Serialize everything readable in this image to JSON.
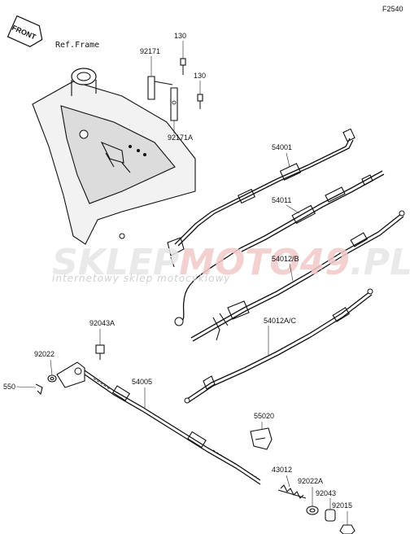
{
  "diagram_id": "F2540",
  "front_label": "FRONT",
  "ref_label": "Ref.Frame",
  "watermark": {
    "brand_a": "SKLEP",
    "brand_b": "MOTO",
    "brand_c": "49",
    "brand_d": ".PL",
    "subtitle": "internetowy sklep motocyklowy",
    "color_a": "#e6e6e6",
    "color_b": "#f2c9c9"
  },
  "parts": [
    {
      "id": "130_top",
      "label": "130"
    },
    {
      "id": "92171",
      "label": "92171"
    },
    {
      "id": "130_mid",
      "label": "130"
    },
    {
      "id": "92171A",
      "label": "92171A"
    },
    {
      "id": "54001",
      "label": "54001"
    },
    {
      "id": "54011",
      "label": "54011"
    },
    {
      "id": "54012B",
      "label": "54012/B"
    },
    {
      "id": "54012AC",
      "label": "54012A/C"
    },
    {
      "id": "92043A",
      "label": "92043A"
    },
    {
      "id": "92022",
      "label": "92022"
    },
    {
      "id": "550",
      "label": "550"
    },
    {
      "id": "54005",
      "label": "54005"
    },
    {
      "id": "55020",
      "label": "55020"
    },
    {
      "id": "43012",
      "label": "43012"
    },
    {
      "id": "92022A",
      "label": "92022A"
    },
    {
      "id": "92043",
      "label": "92043"
    },
    {
      "id": "92015",
      "label": "92015"
    }
  ]
}
